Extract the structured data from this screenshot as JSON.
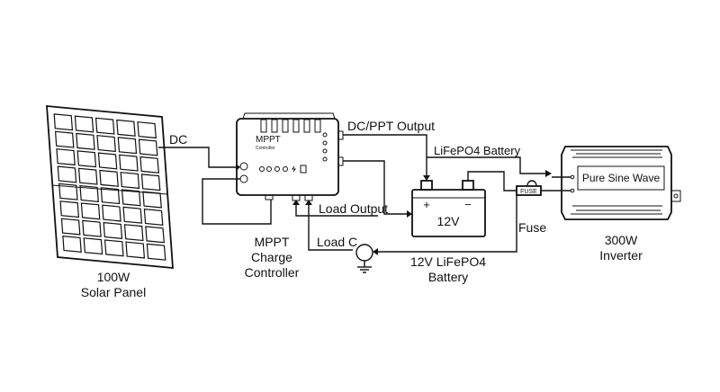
{
  "solar_panel": {
    "caption_line1": "100W",
    "caption_line2": "Solar Panel"
  },
  "controller": {
    "title": "MPPT",
    "subtitle": "Controller",
    "caption_line1": "MPPT",
    "caption_line2": "Charge",
    "caption_line3": "Controller"
  },
  "battery": {
    "voltage_label": "12V",
    "plus": "+",
    "minus": "−",
    "caption_line1": "12V LiFePO4",
    "caption_line2": "Battery"
  },
  "inverter": {
    "panel_label": "Pure Sine Wave",
    "caption_line1": "300W",
    "caption_line2": "Inverter"
  },
  "labels": {
    "dc": "DC",
    "dc_ppt_output": "DC/PPT Output",
    "lifepo4_battery": "LiFePO4 Battery",
    "load_output": "Load Output",
    "load_c": "Load C",
    "fuse": "Fuse",
    "fuse_box": "FUSE"
  }
}
